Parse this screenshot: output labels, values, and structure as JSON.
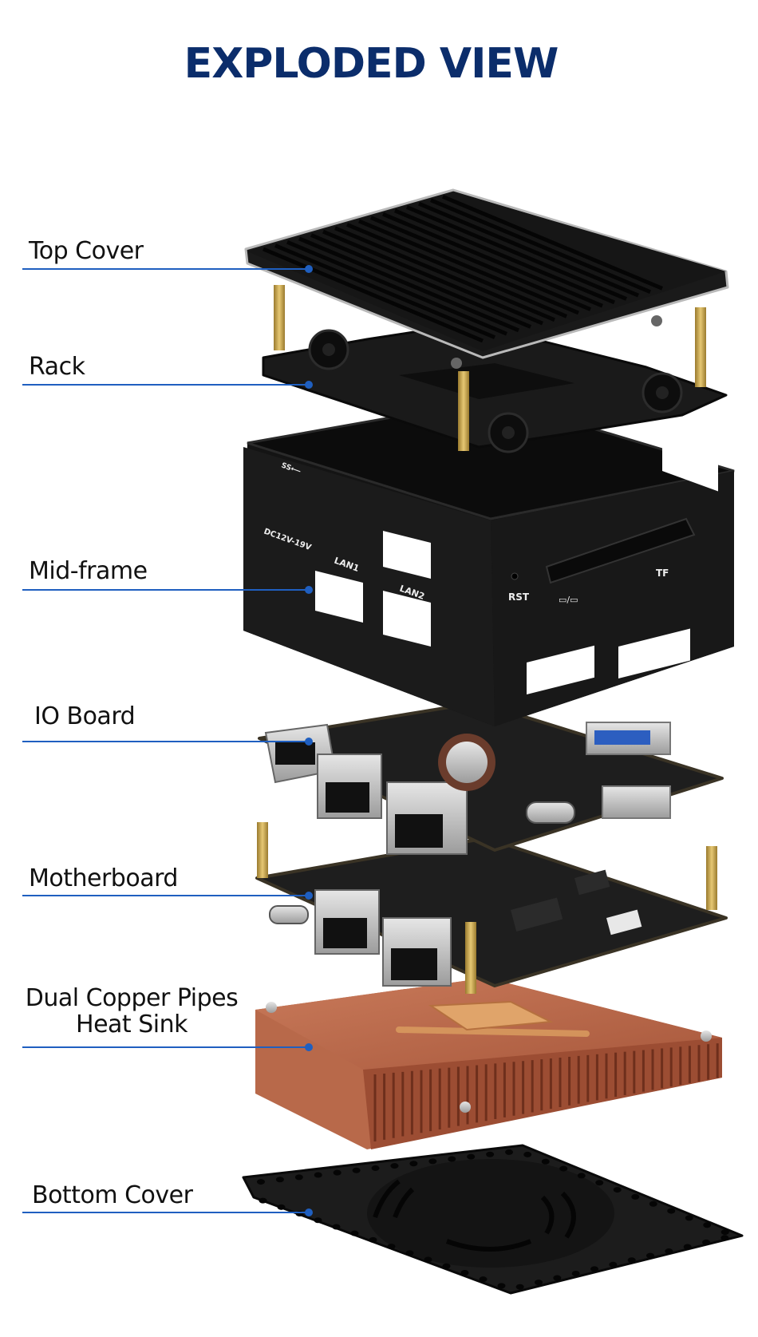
{
  "title": "EXPLODED VIEW",
  "accent_color": "#1f5fc0",
  "title_color": "#0b2d6b",
  "parts": [
    {
      "id": "top-cover",
      "label": "Top Cover"
    },
    {
      "id": "rack",
      "label": "Rack"
    },
    {
      "id": "mid-frame",
      "label": "Mid-frame"
    },
    {
      "id": "io-board",
      "label": "IO Board"
    },
    {
      "id": "motherboard",
      "label": "Motherboard"
    },
    {
      "id": "heat-sink",
      "label_line1": "Dual Copper Pipes",
      "label_line2": "Heat Sink"
    },
    {
      "id": "bottom-cover",
      "label": "Bottom  Cover"
    }
  ],
  "port_markings": {
    "dc": "DC12V-19V",
    "lan1": "LAN1",
    "lan2": "LAN2",
    "rst": "RST",
    "tf": "TF",
    "usb": "SS⟵",
    "display": "▭/▭"
  }
}
